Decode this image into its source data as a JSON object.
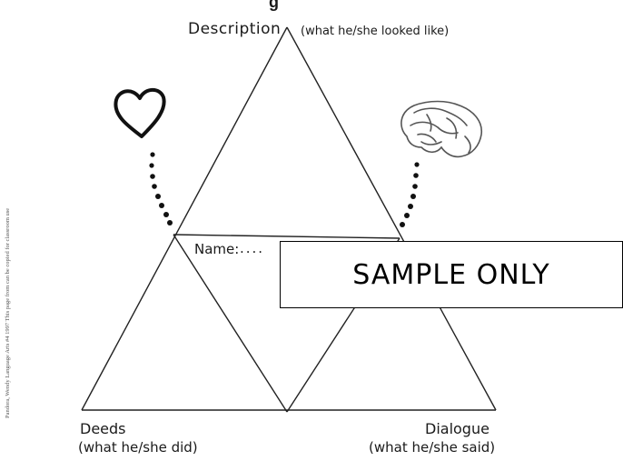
{
  "header": {
    "cut_title": "g"
  },
  "labels": {
    "description": "Description",
    "description_note": "(what he/she looked like)",
    "name": "Name:",
    "name_line": "....",
    "deeds": "Deeds",
    "deeds_note": "(what he/she did)",
    "dialogue": "Dialogue",
    "dialogue_note": "(what he/she said)"
  },
  "side_credit": "Pandora, Wendy Language Arts #4 1997 This page from can be copied for classroom use",
  "watermark": {
    "text": "SAMPLE ONLY"
  },
  "icons": {
    "top_left": "heart-icon",
    "top_right": "brain-icon"
  },
  "colors": {
    "ink": "#1a1a1a",
    "sketch": "#555555"
  }
}
